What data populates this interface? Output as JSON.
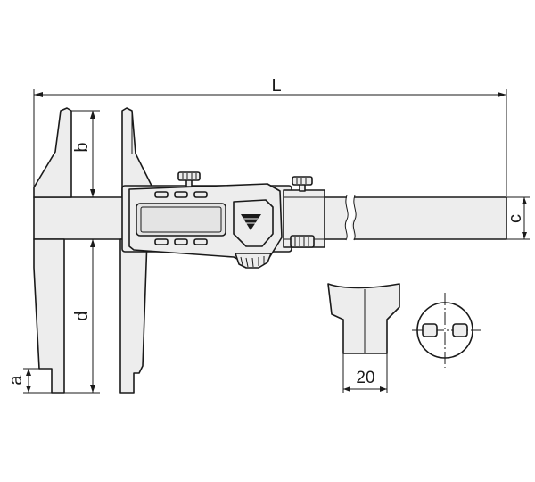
{
  "labels": {
    "L": "L",
    "b": "b",
    "c": "c",
    "d": "d",
    "a": "a",
    "tip_width": "20"
  },
  "colors": {
    "line": "#1a1a1a",
    "fill": "#ededed"
  }
}
